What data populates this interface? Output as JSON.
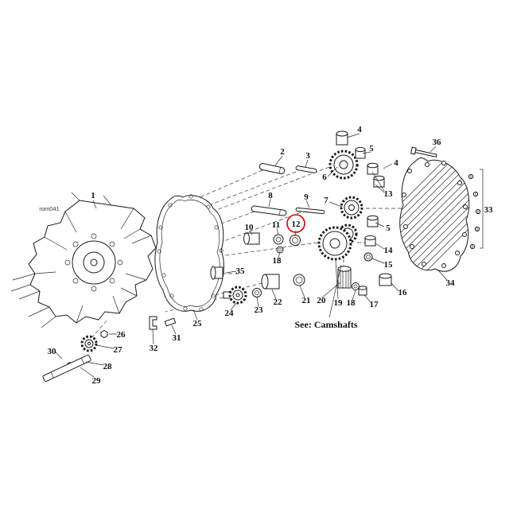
{
  "figure": {
    "watermark": "rom041",
    "note": "See: Camshafts",
    "highlighted_callout": "12",
    "highlight_color": "#cc0000",
    "ink_color": "#1a1a1a",
    "background": "#ffffff",
    "description": "Exploded parts diagram of engine crankcase with cam cover, gears, bushings and pins"
  },
  "callouts": {
    "n1": "1",
    "n2": "2",
    "n3": "3",
    "n4a": "4",
    "n4b": "4",
    "n5a": "5",
    "n5b": "5",
    "n6": "6",
    "n7": "7",
    "n8": "8",
    "n9": "9",
    "n10": "10",
    "n11": "11",
    "n12": "12",
    "n13": "13",
    "n14": "14",
    "n15": "15",
    "n16": "16",
    "n17": "17",
    "n18a": "18",
    "n18b": "18",
    "n19": "19",
    "n20": "20",
    "n21": "21",
    "n22": "22",
    "n23": "23",
    "n24": "24",
    "n25": "25",
    "n26": "26",
    "n27": "27",
    "n28": "28",
    "n29": "29",
    "n30": "30",
    "n31": "31",
    "n32": "32",
    "n33": "33",
    "n34": "34",
    "n35": "35",
    "n36": "36"
  }
}
